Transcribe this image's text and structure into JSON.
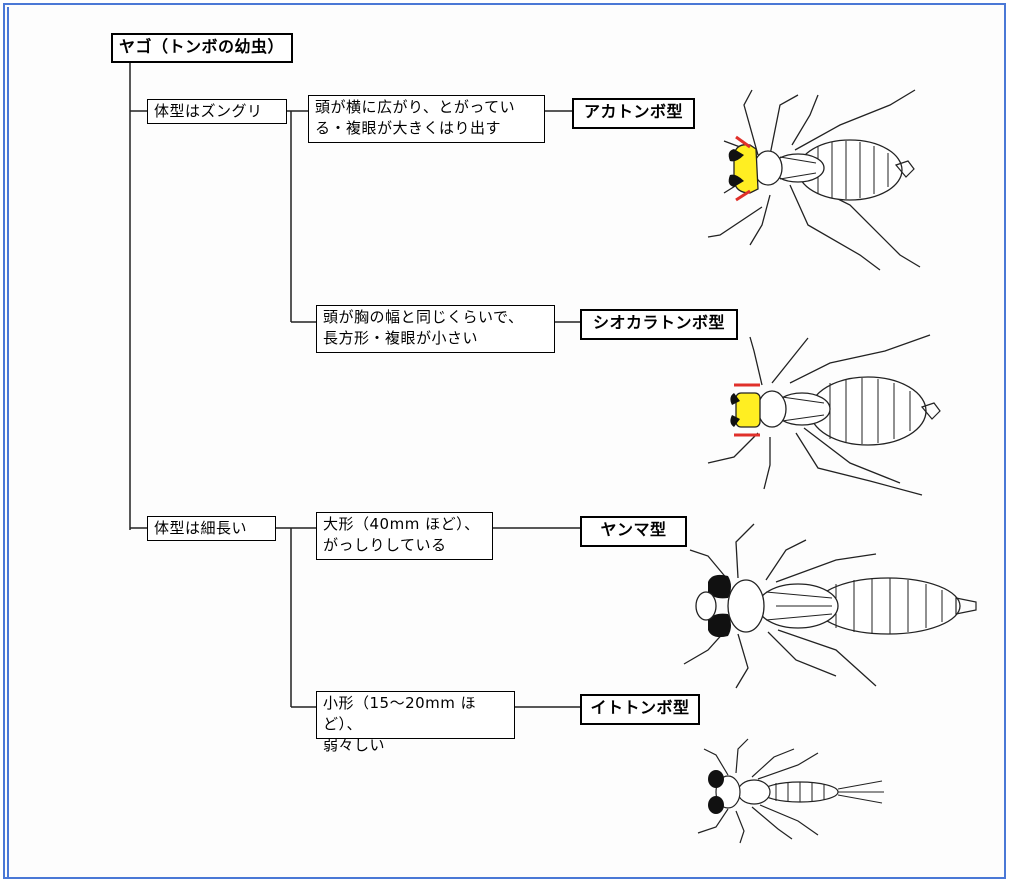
{
  "root": {
    "label": "ヤゴ（トンボの幼虫）"
  },
  "branches": [
    {
      "label": "体型はズングリ",
      "options": [
        {
          "description": "頭が横に広がり、とがってい\nる・複眼が大きくはり出す",
          "result": "アカトンボ型",
          "illustration": "akatonbo-larva"
        },
        {
          "description": "頭が胸の幅と同じくらいで、\n長方形・複眼が小さい",
          "result": "シオカラトンボ型",
          "illustration": "shiokaratonbo-larva"
        }
      ]
    },
    {
      "label": "体型は細長い",
      "options": [
        {
          "description": "大形（40mm ほど）、\nがっしりしている",
          "result": "ヤンマ型",
          "illustration": "yanma-larva"
        },
        {
          "description": "小形（15〜20mm ほど）、\n弱々しい",
          "result": "イトトンボ型",
          "illustration": "itotonbo-larva"
        }
      ]
    }
  ],
  "colors": {
    "frame": "#4a78d6",
    "highlight_head": "#ffee22",
    "highlight_marker": "#e0302a",
    "dark_eye": "#111111"
  }
}
